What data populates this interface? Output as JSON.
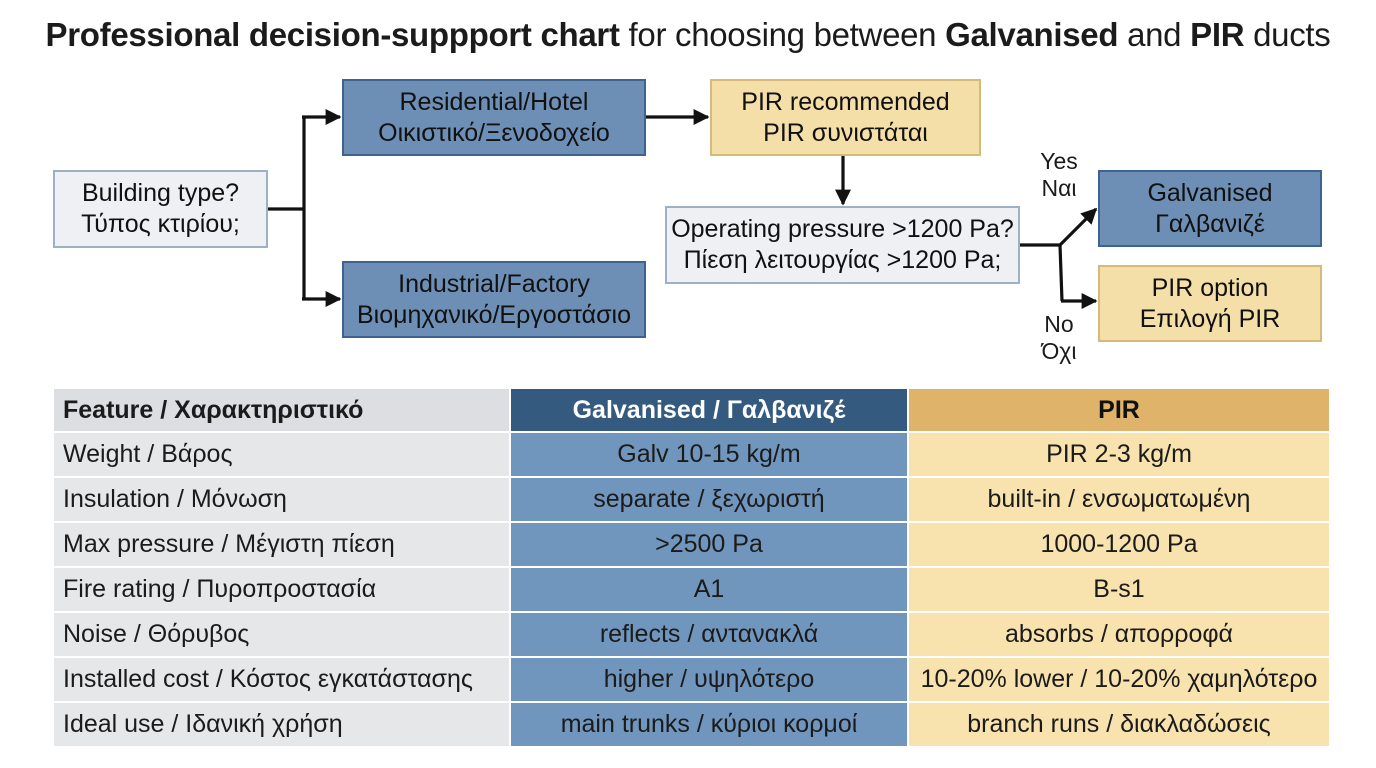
{
  "title": {
    "part1": "Professional decision-suppport chart",
    "part2": " for choosing between ",
    "part3": "Galvanised",
    "part4": " and ",
    "part5": "PIR",
    "part6": " ducts"
  },
  "colors": {
    "blue_box": "#6d8fb5",
    "gold_box": "#f5dfa9",
    "grey_box": "#eef0f3",
    "table_galv_header": "#355a80",
    "table_galv_cell": "#7196bd",
    "table_pir_header": "#dfb36a",
    "table_pir_cell": "#f8e2ad"
  },
  "flowchart": {
    "building_type": {
      "en": "Building type?",
      "gr": "Τύπος κτιρίου;"
    },
    "residential": {
      "en": "Residential/Hotel",
      "gr": "Οικιστικό/Ξενοδοχείο"
    },
    "industrial": {
      "en": "Industrial/Factory",
      "gr": "Βιομηχανικό/Εργοστάσιο"
    },
    "pir_recommended": {
      "en": "PIR recommended",
      "gr": "PIR συνιστάται"
    },
    "pressure_question": {
      "en": "Operating pressure >1200 Pa?",
      "gr": "Πίεση λειτουργίας >1200 Pa;"
    },
    "galvanised": {
      "en": "Galvanised",
      "gr": "Γαλβανιζέ"
    },
    "pir_option": {
      "en": "PIR option",
      "gr": "Επιλογή PIR"
    },
    "yes_label": {
      "en": "Yes",
      "gr": "Ναι"
    },
    "no_label": {
      "en": "No",
      "gr": "Όχι"
    }
  },
  "table": {
    "headers": [
      "Feature / Χαρακτηριστικό",
      "Galvanised / Γαλβανιζέ",
      "PIR"
    ],
    "rows": [
      [
        "Weight / Βάρος",
        "Galv 10-15 kg/m",
        "PIR 2-3 kg/m"
      ],
      [
        "Insulation / Μόνωση",
        "separate / ξεχωριστή",
        "built-in / ενσωματωμένη"
      ],
      [
        "Max pressure / Μέγιστη πίεση",
        ">2500 Pa",
        "1000-1200 Pa"
      ],
      [
        "Fire rating / Πυροπροστασία",
        "A1",
        "B-s1"
      ],
      [
        "Noise / Θόρυβος",
        "reflects / αντανακλά",
        "absorbs / απορροφά"
      ],
      [
        "Installed cost / Κόστος εγκατάστασης",
        "higher / υψηλότερο",
        "10-20% lower / 10-20% χαμηλότερο"
      ],
      [
        "Ideal use / Ιδανική χρήση",
        "main trunks / κύριοι κορμοί",
        "branch runs / διακλαδώσεις"
      ]
    ]
  }
}
